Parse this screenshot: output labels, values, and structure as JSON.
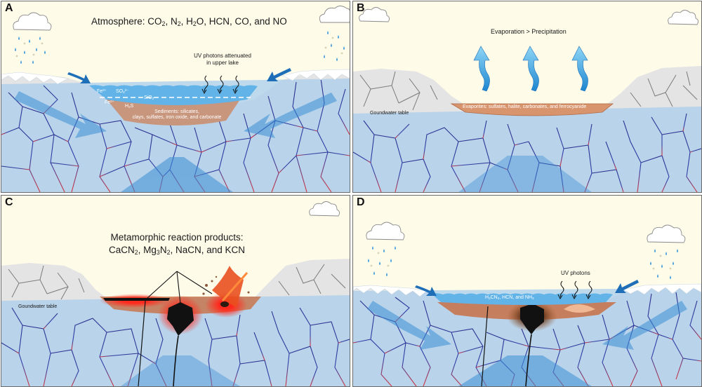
{
  "panels": {
    "a": {
      "letter": "A",
      "title": {
        "t1": "Atmosphere: CO",
        "s1": "2",
        "t2": ", N",
        "s2": "2",
        "t3": ", H",
        "s3": "2",
        "t4": "O, HCN, CO, and NO"
      },
      "uv_label": {
        "line1": "UV photons attenuated",
        "line2": "in upper lake"
      },
      "ions": {
        "fe3": "Fe",
        "fe3_sup": "3+",
        "so4": "SO",
        "so4_sub": "4",
        "so4_sup": "2−",
        "sio2": "SiO",
        "sio2_sub": "2",
        "fe2": "Fe",
        "fe2_sup": "2+",
        "h2s1": "H",
        "h2s_sub": "2",
        "h2s2": "S"
      },
      "sediments": {
        "line1": "Sediments: silicates,",
        "line2": "clays, sulfates, iron oxide, and carbonate"
      }
    },
    "b": {
      "letter": "B",
      "title": "Evaporation > Precipitation",
      "evaporites": "Evaporites: sulfates, halite, carbonates, and ferrocyanide",
      "groundwater": "Goundwater table"
    },
    "c": {
      "letter": "C",
      "title_line1": "Metamorphic reaction products:",
      "title_line2": {
        "t1": "CaCN",
        "s1": "2",
        "t2": ", Mg",
        "s2": "3",
        "t3": "N",
        "s3": "2",
        "t4": ", NaCN, and KCN"
      },
      "groundwater": "Goundwater table"
    },
    "d": {
      "letter": "D",
      "uv_label": "UV photons",
      "products": {
        "t1": "H",
        "s1": "2",
        "t2": "CN",
        "s2": "2",
        "t3": ", HCN, and NH",
        "s3": "3"
      }
    }
  },
  "colors": {
    "sky": "#fefbe9",
    "rock": "#e3e3e3",
    "groundwater": "#a9cdeb",
    "lake": "#62b3e8",
    "sediment": "#c9957c",
    "evaporite": "#d8936b",
    "crack_blue": "#2a3aa0",
    "crack_red": "#d23a3a",
    "arrow": "#1f6fb8",
    "hot": "#e8201c"
  },
  "icons": [
    "cloud-icon",
    "rain-icon",
    "snow-icon",
    "uv-photon-icon",
    "flow-arrow-icon",
    "evaporation-arrow-icon",
    "meteorite-icon"
  ]
}
